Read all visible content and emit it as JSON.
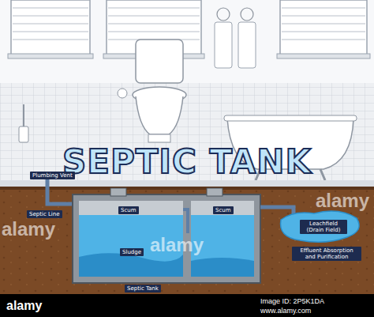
{
  "diagram": {
    "title": "SEPTIC TANK",
    "labels": [
      "Plumbing Vent",
      "Septic Line",
      "Scum",
      "Scum",
      "Sludge",
      "Septic Tank",
      "Leachfield (Drain Field)",
      "Effluent Absorption and Purification",
      "alamy",
      "alamy",
      "alamy",
      "alamy",
      "Image ID: 2P5K1DA",
      "www.alamy.com"
    ]
  }
}
